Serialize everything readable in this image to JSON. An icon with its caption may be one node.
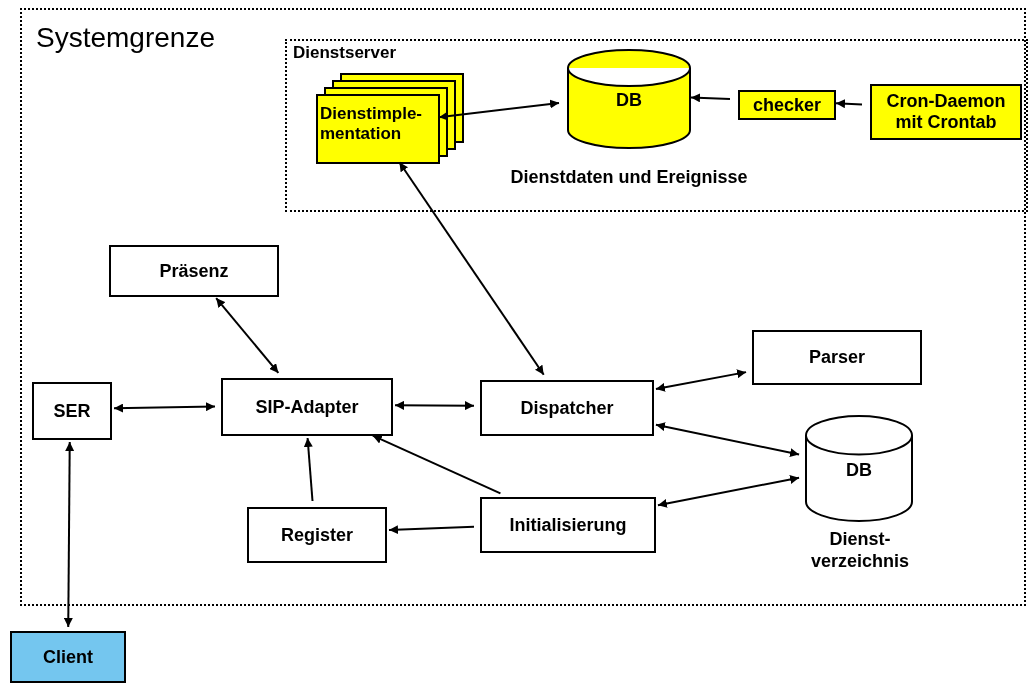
{
  "diagram": {
    "nodes": [
      {
        "text": [
          "Systemgrenze"
        ]
      },
      {
        "text": [
          "Dienstserver"
        ],
        "in": 0
      },
      {
        "text": [
          "Dienstimple- mentation"
        ],
        "in": 1
      },
      {
        "text": [
          "DB"
        ],
        "in": 1,
        "beside": [
          "Dienstdaten und Ereignisse"
        ]
      },
      {
        "text": [
          "checker"
        ],
        "in": 1
      },
      {
        "text": [
          "Cron-Daemon mit Crontab"
        ],
        "in": 1
      },
      {
        "text": [
          "Präsenz"
        ],
        "in": 0
      },
      {
        "text": [
          "SER"
        ],
        "in": 0
      },
      {
        "text": [
          "SIP-Adapter"
        ],
        "in": 0
      },
      {
        "text": [
          "Dispatcher"
        ],
        "in": 0
      },
      {
        "text": [
          "Parser"
        ],
        "in": 0
      },
      {
        "text": [
          "DB"
        ],
        "in": 0,
        "beside": [
          "Dienst- verzeichnis"
        ]
      },
      {
        "text": [
          "Register"
        ],
        "in": 0
      },
      {
        "text": [
          "Initialisierung"
        ],
        "in": 0
      },
      {
        "text": [
          "Client"
        ]
      }
    ],
    "edges": [
      {
        "from": 2,
        "to": 3,
        "arrow": "both"
      },
      {
        "from": 4,
        "to": 3,
        "arrow": "to"
      },
      {
        "from": 5,
        "to": 4,
        "arrow": "to"
      },
      {
        "from": 2,
        "to": 9,
        "arrow": "both"
      },
      {
        "from": 6,
        "to": 8,
        "arrow": "both"
      },
      {
        "from": 7,
        "to": 8,
        "arrow": "both"
      },
      {
        "from": 8,
        "to": 9,
        "arrow": "both"
      },
      {
        "from": 9,
        "to": 10,
        "arrow": "both"
      },
      {
        "from": 9,
        "to": 11,
        "arrow": "both"
      },
      {
        "from": 12,
        "to": 8,
        "arrow": "to"
      },
      {
        "from": 13,
        "to": 8,
        "arrow": "to"
      },
      {
        "from": 13,
        "to": 12,
        "arrow": "to"
      },
      {
        "from": 13,
        "to": 11,
        "arrow": "both"
      },
      {
        "from": 7,
        "to": 14,
        "arrow": "both"
      }
    ]
  }
}
